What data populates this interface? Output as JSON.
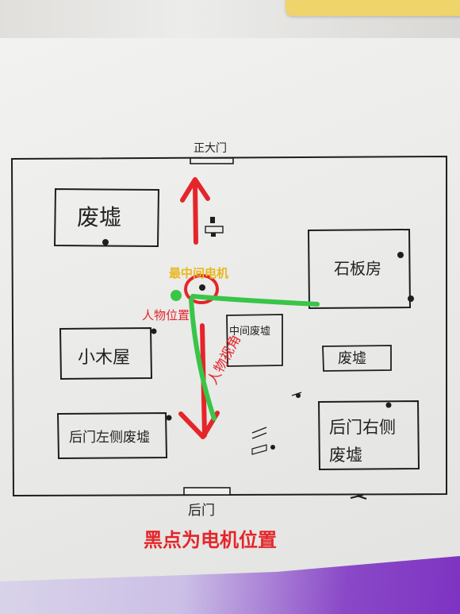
{
  "map": {
    "gates": {
      "top": "正大门",
      "bottom": "后门"
    },
    "rooms": {
      "ruin_top_left": "废墟",
      "right_room": "石板房",
      "small_hut": "小木屋",
      "central_ruin": "中间废墟",
      "ruin_right": "废墟",
      "ruin_bottom_left": "后门左侧废墟",
      "ruin_bottom_right_line1": "后门右侧",
      "ruin_bottom_right_line2": "废墟"
    },
    "annotations": {
      "center_generator": "最中间电机",
      "player_position": "人物位置",
      "player_view": "人物视角",
      "legend": "黑点为电机位置"
    }
  },
  "colors": {
    "ink": "#1e1e1e",
    "red": "#e4252a",
    "green": "#38c548",
    "yellow": "#e8b81e",
    "paper": "#efefed"
  }
}
